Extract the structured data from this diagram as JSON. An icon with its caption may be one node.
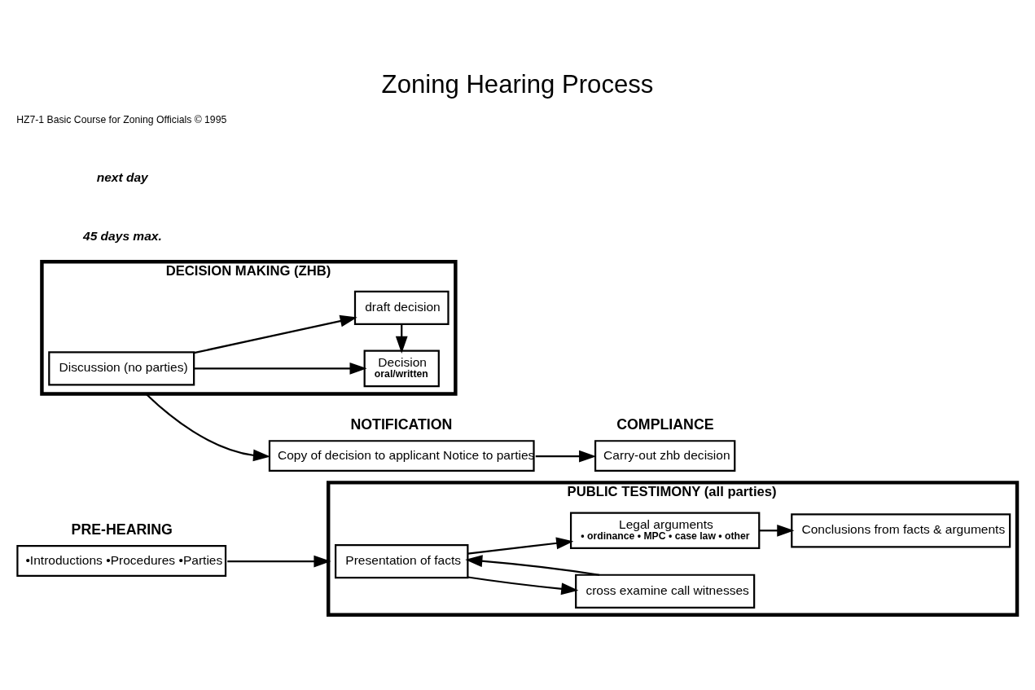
{
  "diagram": {
    "title": "Zoning Hearing Process",
    "caption": "HZ7-1 Basic Course for Zoning Officials © 1995",
    "nodes": [
      {
        "text": [
          "PRE-HEARING",
          "•Introductions •Procedures •Parties"
        ]
      },
      {
        "text": [
          "PUBLIC TESTIMONY (all parties)"
        ]
      },
      {
        "text": [
          "Presentation of facts"
        ],
        "in": 1
      },
      {
        "text": [
          "cross examine call witnesses"
        ],
        "in": 1
      },
      {
        "text": [
          "Legal arguments",
          "• ordinance • MPC • case law • other"
        ],
        "in": 1
      },
      {
        "text": [
          "Conclusions from facts & arguments"
        ],
        "in": 1
      },
      {
        "text": [
          "DECISION MAKING (ZHB)"
        ]
      },
      {
        "text": [
          "Discussion (no parties)"
        ],
        "in": 6
      },
      {
        "text": [
          "Decision",
          "oral/written"
        ],
        "in": 6
      },
      {
        "text": [
          "draft decision"
        ],
        "in": 6
      },
      {
        "text": [
          "NOTIFICATION",
          "Copy of decision to applicant Notice to parties"
        ]
      },
      {
        "text": [
          "COMPLIANCE",
          "Carry-out zhb decision"
        ]
      }
    ],
    "edges": [
      {
        "from": 0,
        "to": 1,
        "arrow": "to"
      },
      {
        "from": 2,
        "to": 4,
        "arrow": "to"
      },
      {
        "from": 4,
        "to": 5,
        "arrow": "to"
      },
      {
        "from": 2,
        "to": 3,
        "arrow": "to"
      },
      {
        "from": 3,
        "to": 2,
        "arrow": "to"
      },
      {
        "from": 7,
        "to": 8,
        "arrow": "to"
      },
      {
        "from": 7,
        "to": 9,
        "arrow": "to"
      },
      {
        "from": 9,
        "to": 8,
        "arrow": "to"
      },
      {
        "from": 6,
        "to": 10,
        "arrow": "to"
      },
      {
        "from": 10,
        "to": 11,
        "arrow": "to"
      }
    ],
    "labels": [
      "45 days max.",
      "next day"
    ]
  }
}
